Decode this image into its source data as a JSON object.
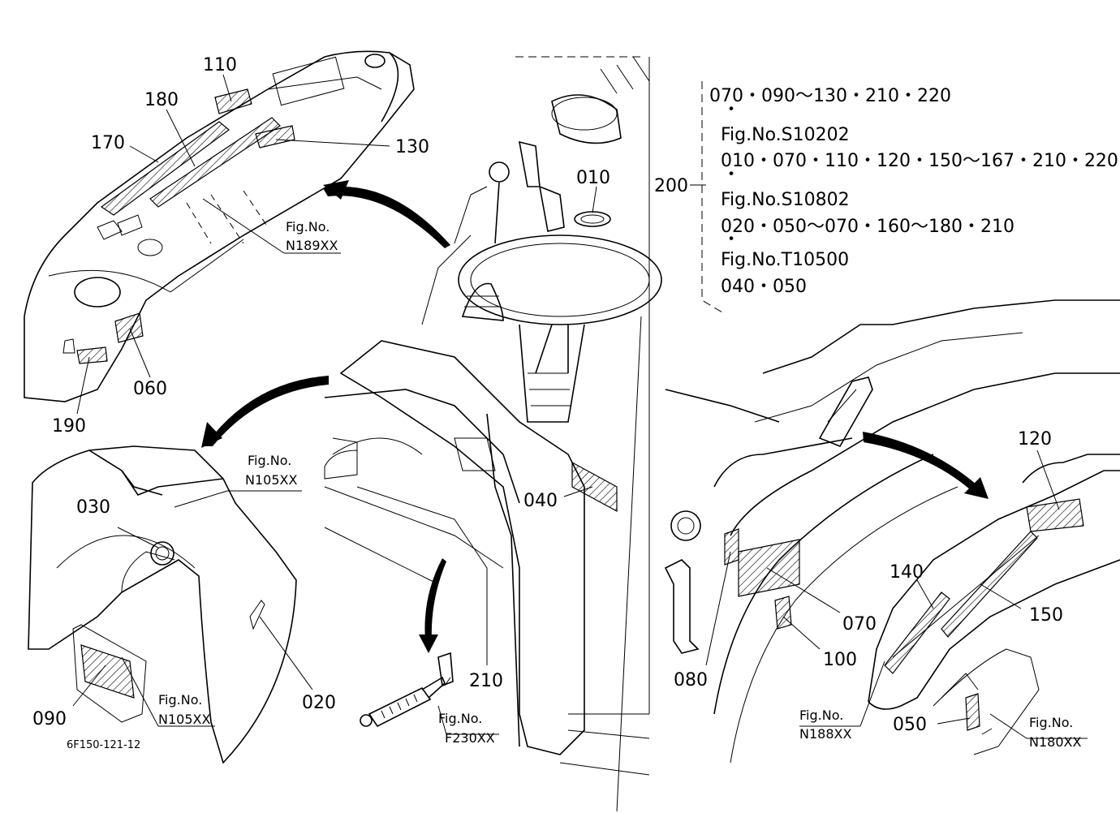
{
  "drawing_code": "6F150-121-12",
  "part_labels": [
    {
      "id": "010",
      "text": "010"
    },
    {
      "id": "020",
      "text": "020"
    },
    {
      "id": "030",
      "text": "030"
    },
    {
      "id": "040",
      "text": "040"
    },
    {
      "id": "050",
      "text": "050"
    },
    {
      "id": "060",
      "text": "060"
    },
    {
      "id": "070",
      "text": "070"
    },
    {
      "id": "080",
      "text": "080"
    },
    {
      "id": "090",
      "text": "090"
    },
    {
      "id": "100",
      "text": "100"
    },
    {
      "id": "110",
      "text": "110"
    },
    {
      "id": "120",
      "text": "120"
    },
    {
      "id": "130",
      "text": "130"
    },
    {
      "id": "140",
      "text": "140"
    },
    {
      "id": "150",
      "text": "150"
    },
    {
      "id": "170",
      "text": "170"
    },
    {
      "id": "180",
      "text": "180"
    },
    {
      "id": "190",
      "text": "190"
    },
    {
      "id": "200",
      "text": "200"
    },
    {
      "id": "210",
      "text": "210"
    }
  ],
  "fig_refs": [
    {
      "id": "n189",
      "prefix": "Fig.No.",
      "code": "N189XX"
    },
    {
      "id": "n105a",
      "prefix": "Fig.No.",
      "code": "N105XX"
    },
    {
      "id": "n105b",
      "prefix": "Fig.No.",
      "code": "N105XX"
    },
    {
      "id": "f230",
      "prefix": "Fig.No.",
      "code": "F230XX"
    },
    {
      "id": "n188",
      "prefix": "Fig.No.",
      "code": "N188XX"
    },
    {
      "id": "n180",
      "prefix": "Fig.No.",
      "code": "N180XX"
    }
  ],
  "reference_box": {
    "lines": [
      "070・090〜130・210・220",
      "・",
      "Fig.No.S10202",
      "010・070・110・120・150〜167・210・220",
      "・",
      "Fig.No.S10802",
      "020・050〜070・160〜180・210",
      "・",
      "Fig.No.T10500",
      "040・050"
    ]
  }
}
